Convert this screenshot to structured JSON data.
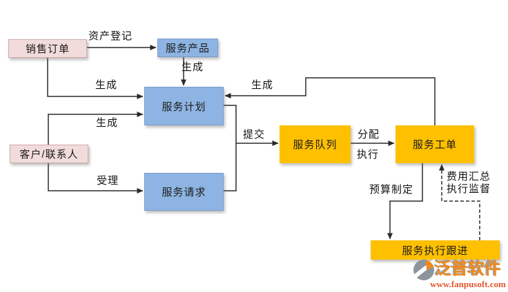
{
  "nodes": {
    "sales_order": "销售订单",
    "service_product": "服务产品",
    "service_plan": "服务计划",
    "customer_contact": "客户/联系人",
    "service_request": "服务请求",
    "service_queue": "服务队列",
    "service_workorder": "服务工单",
    "service_followup": "服务执行跟进"
  },
  "edge_labels": {
    "asset_registration": "资产登记",
    "generate_product": "生成",
    "generate_from_sales": "生成",
    "generate_from_workorder": "生成",
    "generate_from_customer": "生成",
    "accept": "受理",
    "submit": "提交",
    "assign": "分配",
    "execute": "执行",
    "budget_making": "预算制定",
    "cost_summary": "费用汇总",
    "execution_supervision": "执行监督"
  },
  "branding": {
    "logo_text": "泛普软件",
    "website": "www.fanpusoft.com"
  },
  "colors": {
    "pink_node": "#F2DCDB",
    "blue_node": "#8DB4E2",
    "orange_node": "#FFC000",
    "connector_line": "#2a2a2a",
    "brand_orange": "#F0891A",
    "brand_url_red": "#E4572E"
  }
}
